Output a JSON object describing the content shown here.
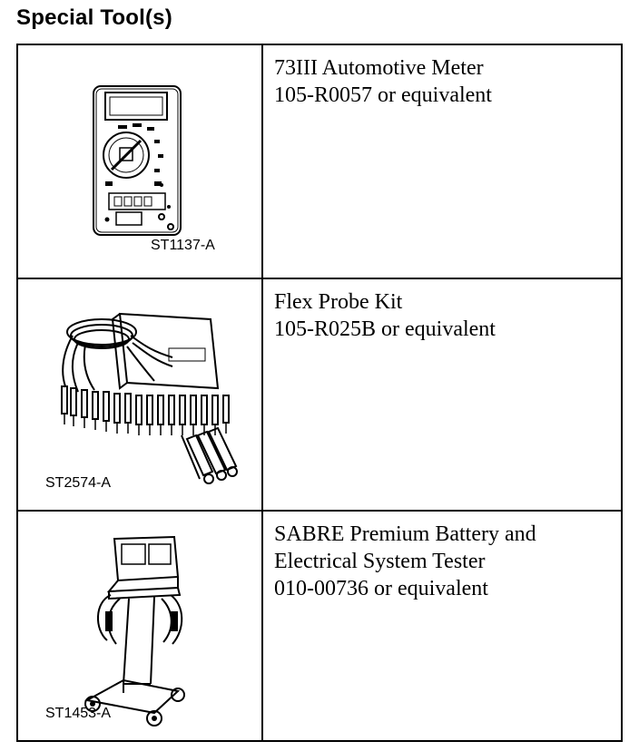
{
  "heading": "Special Tool(s)",
  "tools": [
    {
      "code": "ST1137-A",
      "icon": "digital-multimeter-icon",
      "lines": [
        "73III Automotive Meter",
        "105-R0057 or equivalent"
      ]
    },
    {
      "code": "ST2574-A",
      "icon": "flex-probe-kit-icon",
      "lines": [
        "Flex Probe Kit",
        "105-R025B or equivalent"
      ]
    },
    {
      "code": "ST1453-A",
      "icon": "battery-tester-cart-icon",
      "lines": [
        "SABRE Premium Battery and",
        "Electrical System Tester",
        "010-00736 or equivalent"
      ]
    }
  ]
}
